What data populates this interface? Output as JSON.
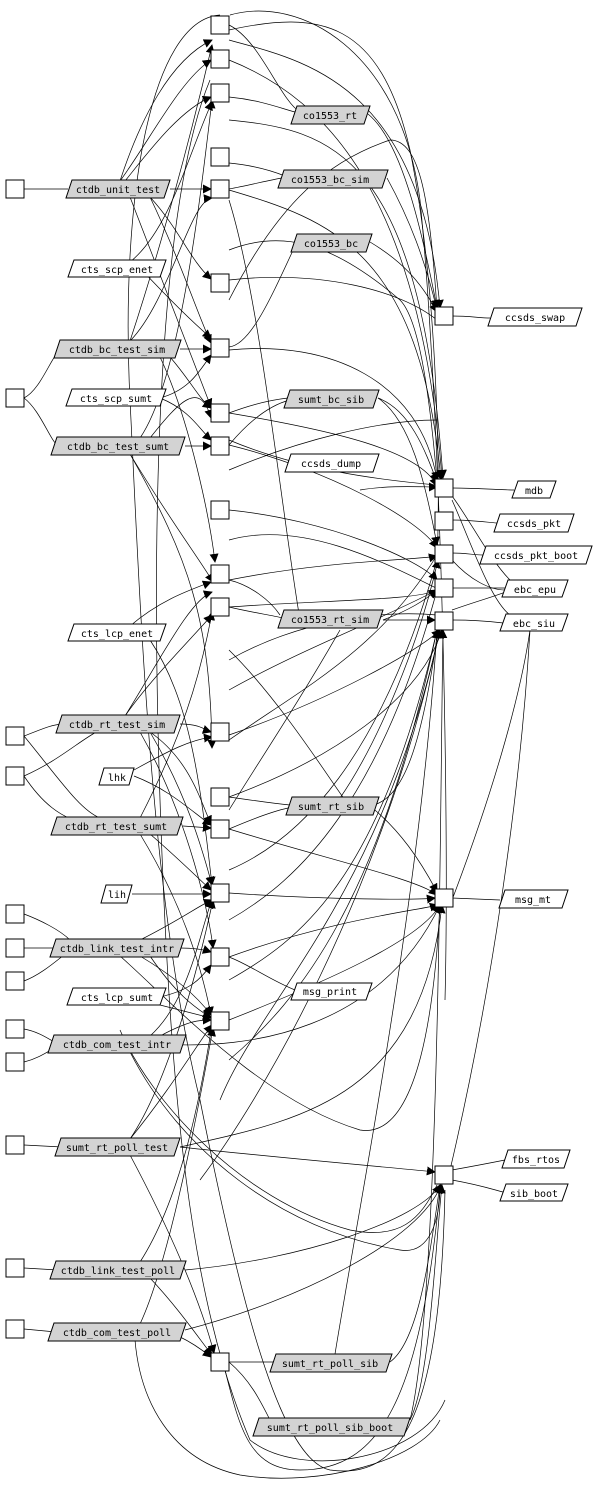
{
  "colors": {
    "background": "#ffffff",
    "stroke": "#000000",
    "shaded_fill": "#d3d3d3",
    "plain_fill": "#ffffff"
  },
  "nodes": [
    {
      "id": "ctdb_unit_test",
      "label": "ctdb_unit_test",
      "shaded": true
    },
    {
      "id": "cts_scp_enet",
      "label": "cts_scp_enet",
      "shaded": false
    },
    {
      "id": "ctdb_bc_test_sim",
      "label": "ctdb_bc_test_sim",
      "shaded": true
    },
    {
      "id": "cts_scp_sumt",
      "label": "cts_scp_sumt",
      "shaded": false
    },
    {
      "id": "ctdb_bc_test_sumt",
      "label": "ctdb_bc_test_sumt",
      "shaded": true
    },
    {
      "id": "cts_lcp_enet",
      "label": "cts_lcp_enet",
      "shaded": false
    },
    {
      "id": "ctdb_rt_test_sim",
      "label": "ctdb_rt_test_sim",
      "shaded": true
    },
    {
      "id": "lhk",
      "label": "lhk",
      "shaded": false
    },
    {
      "id": "ctdb_rt_test_sumt",
      "label": "ctdb_rt_test_sumt",
      "shaded": true
    },
    {
      "id": "lih",
      "label": "lih",
      "shaded": false
    },
    {
      "id": "ctdb_link_test_intr",
      "label": "ctdb_link_test_intr",
      "shaded": true
    },
    {
      "id": "cts_lcp_sumt",
      "label": "cts_lcp_sumt",
      "shaded": false
    },
    {
      "id": "ctdb_com_test_intr",
      "label": "ctdb_com_test_intr",
      "shaded": true
    },
    {
      "id": "sumt_rt_poll_test",
      "label": "sumt_rt_poll_test",
      "shaded": true
    },
    {
      "id": "ctdb_link_test_poll",
      "label": "ctdb_link_test_poll",
      "shaded": true
    },
    {
      "id": "ctdb_com_test_poll",
      "label": "ctdb_com_test_poll",
      "shaded": true
    },
    {
      "id": "co1553_rt",
      "label": "co1553_rt",
      "shaded": true
    },
    {
      "id": "co1553_bc_sim",
      "label": "co1553_bc_sim",
      "shaded": true
    },
    {
      "id": "co1553_bc",
      "label": "co1553_bc",
      "shaded": true
    },
    {
      "id": "sumt_bc_sib",
      "label": "sumt_bc_sib",
      "shaded": true
    },
    {
      "id": "ccsds_dump",
      "label": "ccsds_dump",
      "shaded": false
    },
    {
      "id": "co1553_rt_sim",
      "label": "co1553_rt_sim",
      "shaded": true
    },
    {
      "id": "sumt_rt_sib",
      "label": "sumt_rt_sib",
      "shaded": true
    },
    {
      "id": "msg_print",
      "label": "msg_print",
      "shaded": false
    },
    {
      "id": "sumt_rt_poll_sib",
      "label": "sumt_rt_poll_sib",
      "shaded": true
    },
    {
      "id": "sumt_rt_poll_sib_boot",
      "label": "sumt_rt_poll_sib_boot",
      "shaded": true
    },
    {
      "id": "ccsds_swap",
      "label": "ccsds_swap",
      "shaded": false
    },
    {
      "id": "mdb",
      "label": "mdb",
      "shaded": false
    },
    {
      "id": "ccsds_pkt",
      "label": "ccsds_pkt",
      "shaded": false
    },
    {
      "id": "ccsds_pkt_boot",
      "label": "ccsds_pkt_boot",
      "shaded": false
    },
    {
      "id": "ebc_epu",
      "label": "ebc_epu",
      "shaded": false
    },
    {
      "id": "ebc_siu",
      "label": "ebc_siu",
      "shaded": false
    },
    {
      "id": "msg_mt",
      "label": "msg_mt",
      "shaded": false
    },
    {
      "id": "fbs_rtos",
      "label": "fbs_rtos",
      "shaded": false
    },
    {
      "id": "sib_boot",
      "label": "sib_boot",
      "shaded": false
    }
  ]
}
